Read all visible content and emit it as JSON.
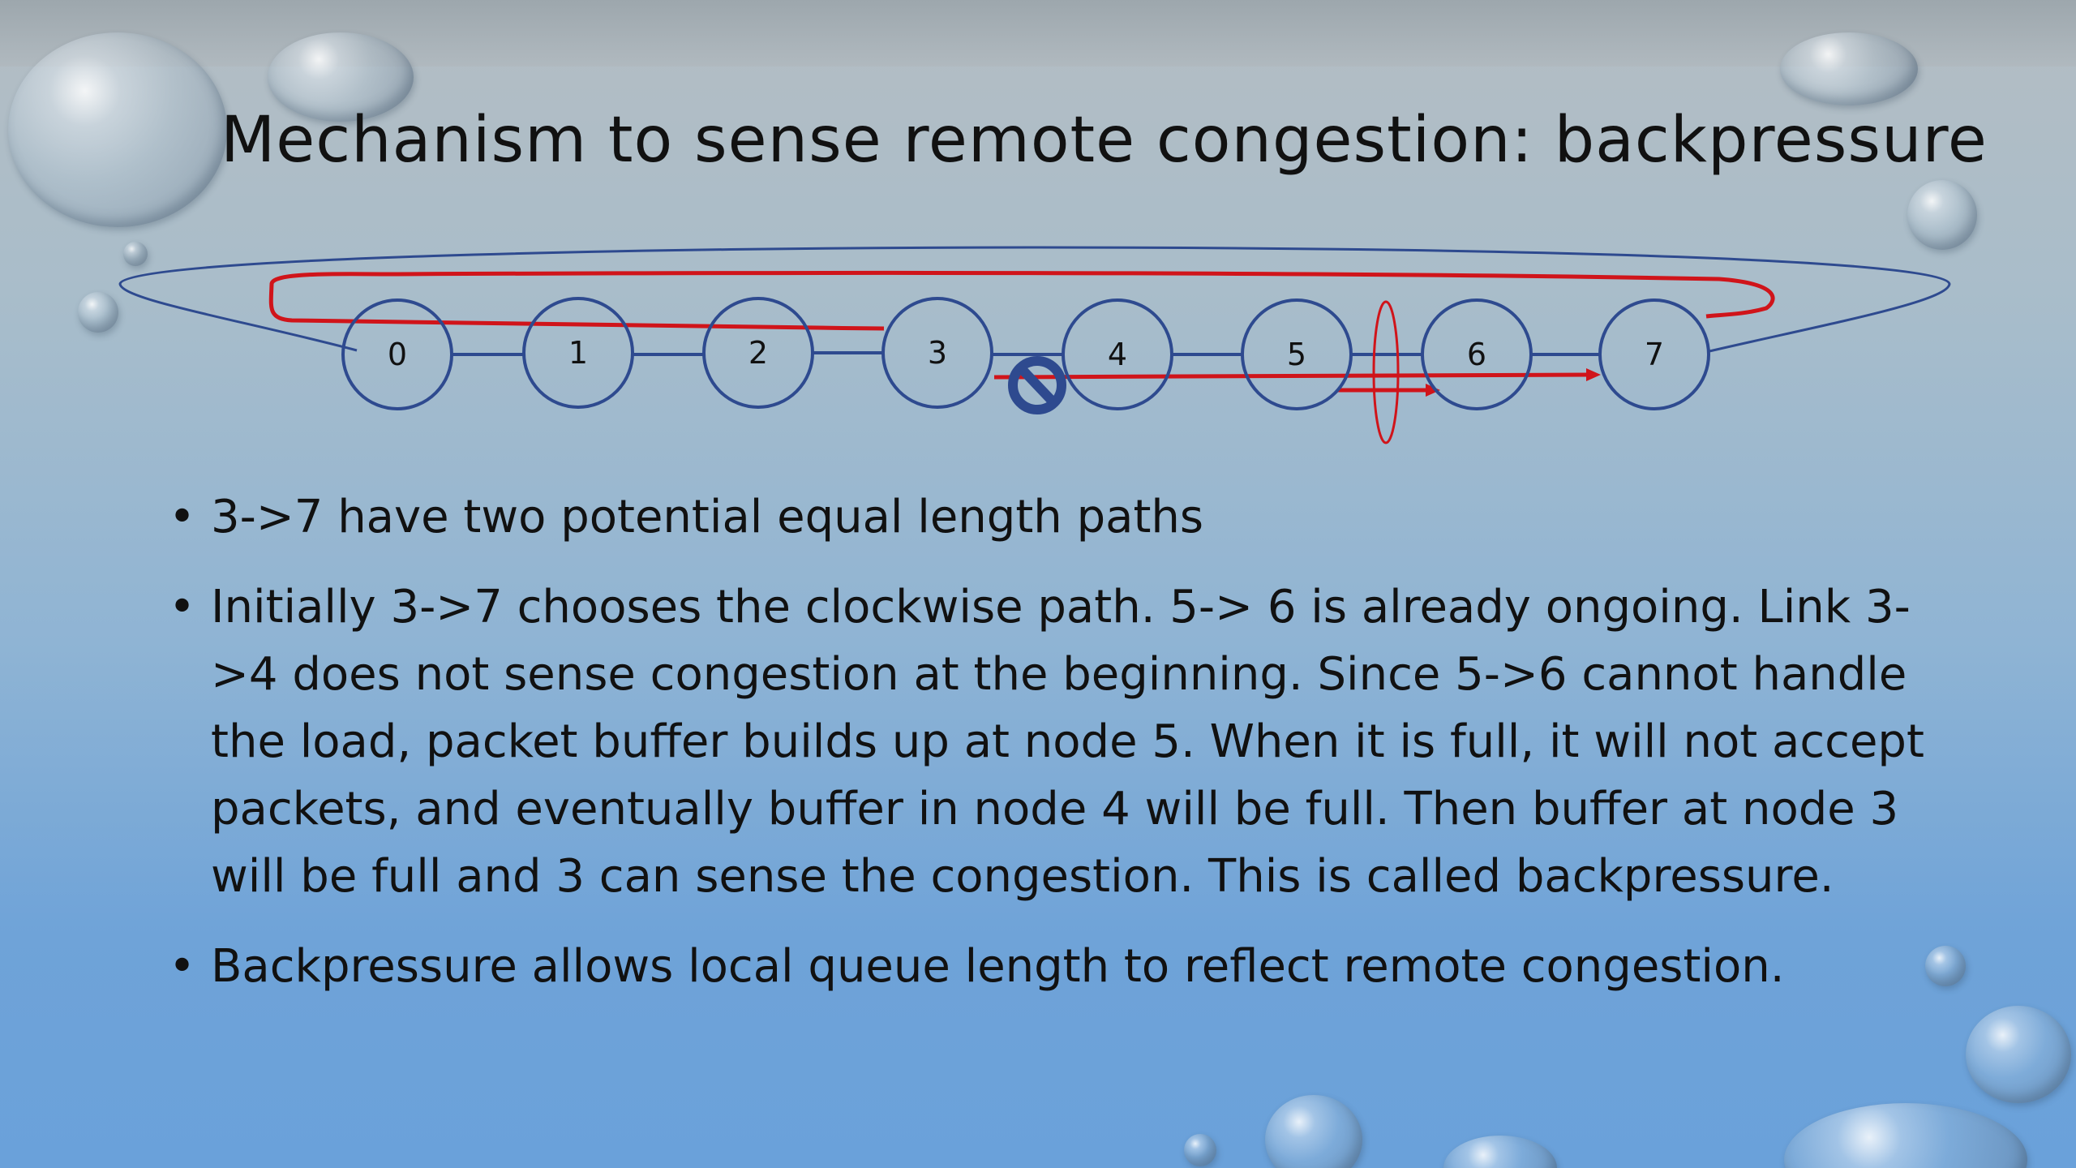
{
  "slide": {
    "title": "Mechanism to sense remote congestion: backpressure",
    "colors": {
      "ring_blue": "#2e4a8f",
      "path_red": "#d0141a",
      "text": "#111111"
    }
  },
  "diagram": {
    "nodes": [
      "0",
      "1",
      "2",
      "3",
      "4",
      "5",
      "6",
      "7"
    ],
    "icons": [
      "blocked-icon",
      "congestion-ellipse-icon"
    ]
  },
  "bullets": [
    {
      "marker": "•",
      "text": "3->7 have two potential equal length paths"
    },
    {
      "marker": "•",
      "text": "Initially 3->7 chooses the clockwise path. 5-> 6 is already ongoing. Link 3->4 does not sense congestion at the beginning. Since 5->6 cannot handle the load, packet buffer builds up at node 5. When it is full, it will not accept packets, and eventually buffer in node 4 will be full. Then buffer at node 3 will be full and 3 can sense the congestion. This is called backpressure."
    },
    {
      "marker": "•",
      "text": "Backpressure allows local queue length to reflect remote congestion."
    }
  ]
}
